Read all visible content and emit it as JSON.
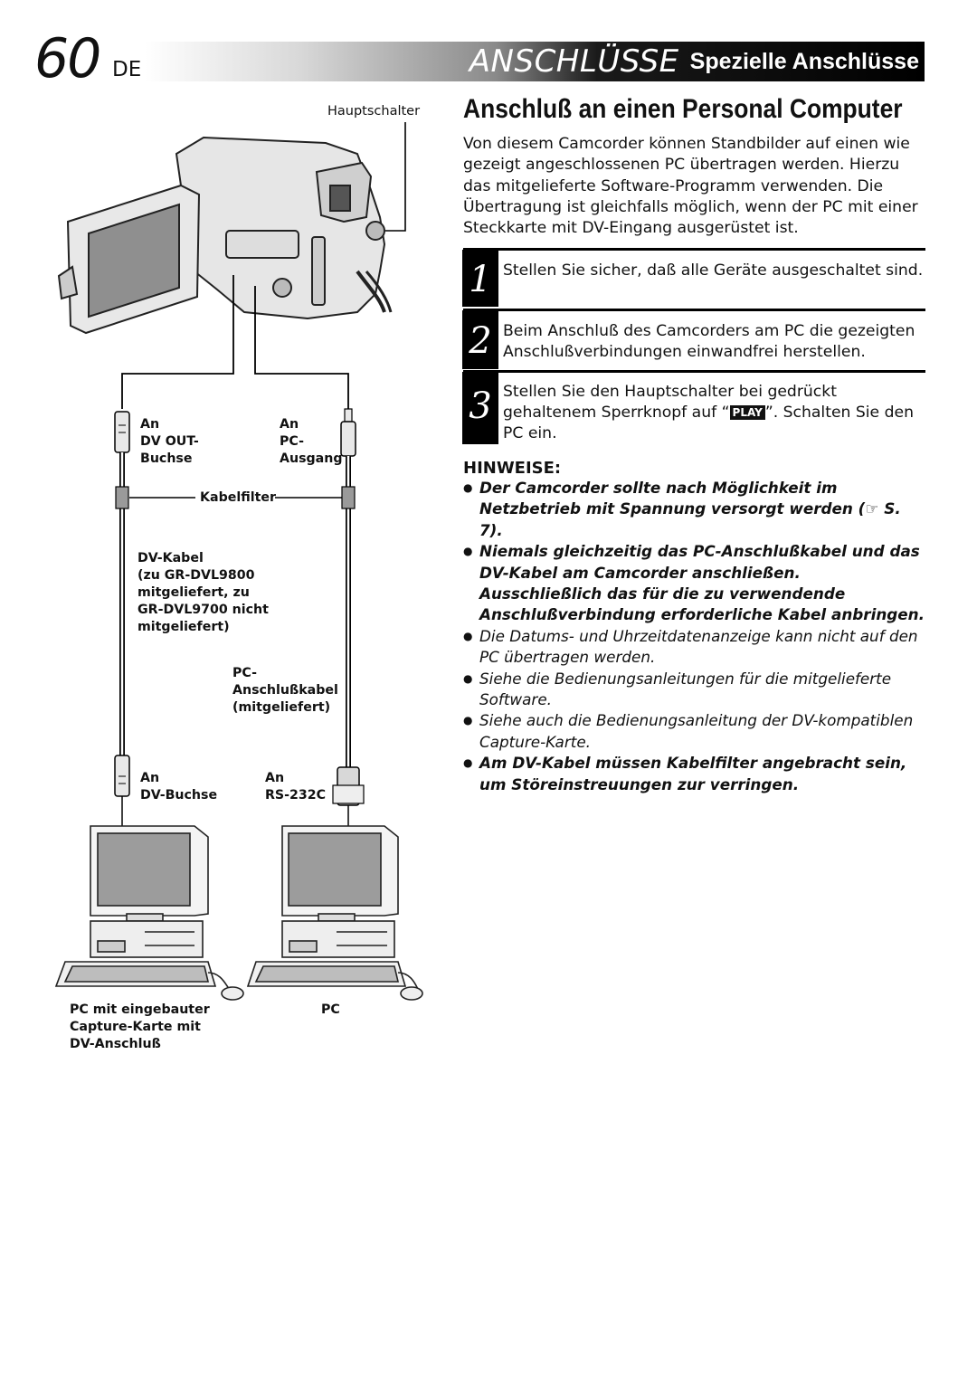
{
  "header": {
    "page_number": "60",
    "lang": "DE",
    "title": "ANSCHLÜSSE",
    "subtitle": "Spezielle Anschlüsse"
  },
  "section": {
    "title": "Anschluß an einen Personal Computer",
    "intro": "Von diesem Camcorder können Standbilder auf einen wie gezeigt angeschlossenen PC übertragen werden. Hierzu das mitgelieferte Software-Programm verwenden. Die Übertragung ist gleichfalls möglich, wenn der PC mit einer Steckkarte mit DV-Eingang ausgerüstet ist."
  },
  "steps": [
    {
      "num": "1",
      "text": "Stellen Sie sicher, daß alle Geräte ausgeschaltet sind."
    },
    {
      "num": "2",
      "text": "Beim Anschluß des Camcorders am PC die gezeigten Anschlußverbindungen einwandfrei herstellen."
    },
    {
      "num": "3",
      "text_before": "Stellen Sie den Hauptschalter bei gedrückt gehaltenem Sperrknopf auf “",
      "badge": "PLAY",
      "text_after": "”. Schalten Sie den PC ein."
    }
  ],
  "notes": {
    "heading": "HINWEISE:",
    "items": [
      "Der Camcorder sollte nach Möglichkeit im Netzbetrieb mit Spannung versorgt werden (☞ S. 7).",
      "Niemals gleichzeitig das PC-Anschlußkabel und das DV-Kabel am Camcorder anschließen. Ausschließlich das für die zu verwendende Anschlußverbindung erforderliche Kabel anbringen.",
      "Die Datums- und Uhrzeitdatenanzeige kann nicht auf den PC übertragen werden.",
      "Siehe die Bedienungsanleitungen für die mitgelieferte Software.",
      "Siehe auch die Bedienungsanleitung der DV-kompatiblen Capture-Karte.",
      "Am DV-Kabel müssen Kabelfilter angebracht sein, um Störeinstreuungen zur verringen."
    ]
  },
  "diagram": {
    "hauptschalter": "Hauptschalter",
    "dv_out": [
      "An",
      "DV OUT-",
      "Buchse"
    ],
    "pc_out": [
      "An",
      "PC-",
      "Ausgang"
    ],
    "kabelfilter": "Kabelfilter",
    "dv_kabel": [
      "DV-Kabel",
      "(zu GR-DVL9800",
      "mitgeliefert, zu",
      "GR-DVL9700 nicht",
      "mitgeliefert)"
    ],
    "pc_kabel": [
      "PC-",
      "Anschlußkabel",
      "(mitgeliefert)"
    ],
    "dv_buchse": [
      "An",
      "DV-Buchse"
    ],
    "rs232c": [
      "An",
      "RS-232C"
    ],
    "pc_capture": [
      "PC mit eingebauter",
      "Capture-Karte mit",
      "DV-Anschluß"
    ],
    "pc": "PC"
  }
}
